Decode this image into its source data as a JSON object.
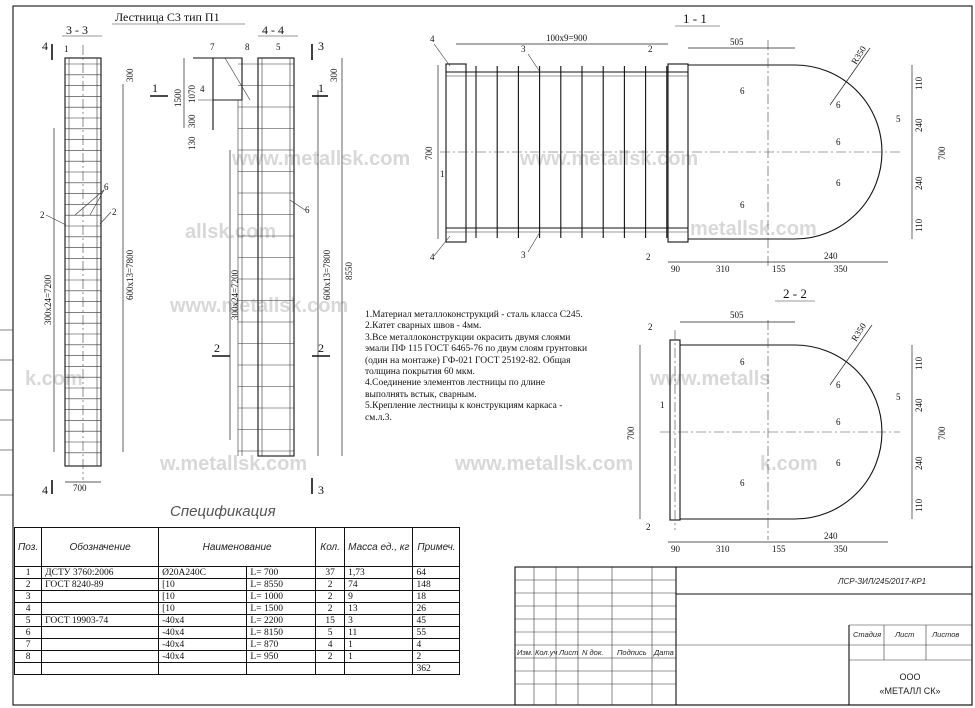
{
  "titles": {
    "stair": "Лестница С3 тип П1",
    "sec33": "3 - 3",
    "sec44": "4 - 4",
    "sec11": "1 - 1",
    "sec22": "2 - 2",
    "spec": "Спецификация"
  },
  "section_marks": {
    "m4": "4",
    "m3": "3",
    "m1": "1",
    "m2": "2"
  },
  "dims": {
    "d700": "700",
    "d300": "300",
    "d300x24": "300x24=7200",
    "d600x13": "600x13=7800",
    "d1500": "1500",
    "d1070": "1070",
    "d130": "130",
    "d8550": "8550",
    "d100x9": "100x9=900",
    "d505": "505",
    "R350": "R350",
    "d110": "110",
    "d240": "240",
    "d90": "90",
    "d310": "310",
    "d155": "155",
    "d350": "350"
  },
  "callouts": [
    "1",
    "2",
    "3",
    "4",
    "5",
    "6",
    "7",
    "8"
  ],
  "notes": [
    "1.Материал металлоконструкций - сталь класса С245.",
    "2.Катет сварных швов - 4мм.",
    "3.Все металлоконструкции окрасить двумя слоями",
    "эмали ПФ 115 ГОСТ 6465-76 по двум слоям грунтовки",
    "(один на монтаже) ГФ-021 ГОСТ 25192-82. Общая",
    "толщина покрытия  60 мкм.",
    "4.Соединение элементов лестницы по длине",
    "выполнять встык, сварным.",
    "5.Крепление лестницы к конструкциям каркаса -",
    "см.л.3."
  ],
  "spec_headers": [
    "Поз.",
    "Обозначение",
    "Наименование",
    "Кол.",
    "Масса ед., кг",
    "Примеч."
  ],
  "spec_rows": [
    {
      "pos": "1",
      "doc": "ДСТУ 3760:2006",
      "name": "Ø20A240C",
      "len": "L=  700",
      "qty": "37",
      "mass": "1,73",
      "note": "64"
    },
    {
      "pos": "2",
      "doc": "ГОСТ 8240-89",
      "name": "[10",
      "len": "L=  8550",
      "qty": "2",
      "mass": "74",
      "note": "148"
    },
    {
      "pos": "3",
      "doc": "",
      "name": "[10",
      "len": "L=  1000",
      "qty": "2",
      "mass": "9",
      "note": "18"
    },
    {
      "pos": "4",
      "doc": "",
      "name": "[10",
      "len": "L=  1500",
      "qty": "2",
      "mass": "13",
      "note": "26"
    },
    {
      "pos": "5",
      "doc": "ГОСТ 19903-74",
      "name": "-40x4",
      "len": "L=  2200",
      "qty": "15",
      "mass": "3",
      "note": "45"
    },
    {
      "pos": "6",
      "doc": "",
      "name": "-40x4",
      "len": "L=  8150",
      "qty": "5",
      "mass": "11",
      "note": "55"
    },
    {
      "pos": "7",
      "doc": "",
      "name": "-40x4",
      "len": "L=  870",
      "qty": "4",
      "mass": "1",
      "note": "4"
    },
    {
      "pos": "8",
      "doc": "",
      "name": "-40x4",
      "len": "L=  950",
      "qty": "2",
      "mass": "1",
      "note": "2"
    },
    {
      "pos": "",
      "doc": "",
      "name": "",
      "len": "",
      "qty": "",
      "mass": "",
      "note": "362"
    }
  ],
  "stamp": {
    "code": "ЛСР-ЗИЛ/245/2017-КР1",
    "cols": [
      "Изм.",
      "Кол.уч",
      "Лист",
      "N док.",
      "Подпись",
      "Дата"
    ],
    "stage": "Стадия",
    "sheet": "Лист",
    "sheets": "Листов",
    "org1": "ООО",
    "org2": "«МЕТАЛЛ СК»"
  },
  "watermarks": [
    "www.metallsk.com",
    "allsk.com",
    "w.metallsk.com",
    "metallsk.com",
    "www.metalls",
    "k.com"
  ]
}
